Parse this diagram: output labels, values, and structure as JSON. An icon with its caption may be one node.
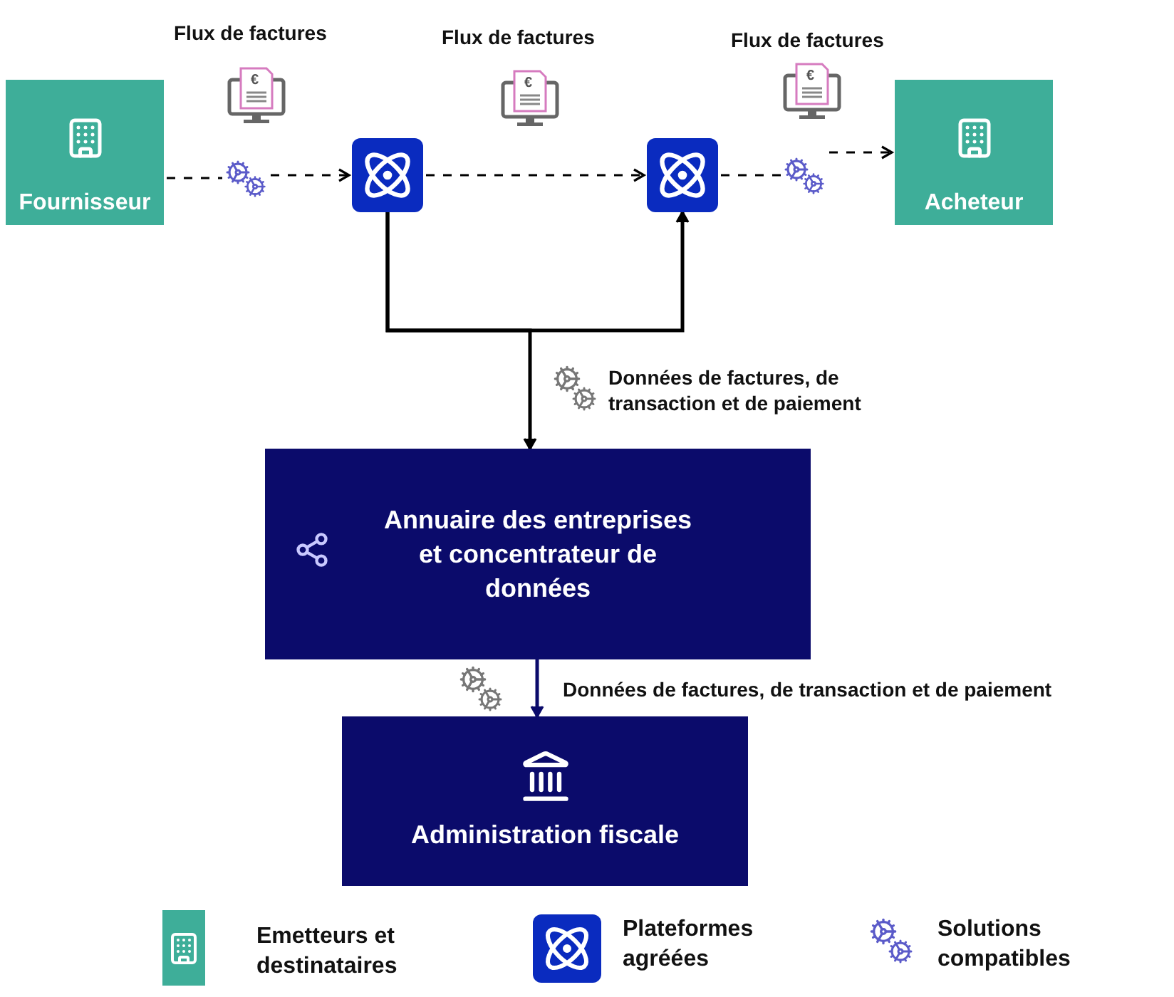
{
  "diagram": {
    "nodes": [
      {
        "text": [
          "Fournisseur"
        ]
      },
      {
        "text": [],
        "shape": "picture"
      },
      {
        "text": [],
        "shape": "picture"
      },
      {
        "text": [],
        "shape": "picture"
      },
      {
        "text": [],
        "shape": "picture"
      },
      {
        "text": [
          "Acheteur"
        ]
      },
      {
        "text": [
          "Annuaire des entreprises et concentrateur de données"
        ]
      },
      {
        "text": [
          "Administration fiscale"
        ]
      }
    ],
    "edges": [
      {
        "from": 0,
        "to": 1,
        "arrow": "none",
        "style": "dashed"
      },
      {
        "from": 1,
        "to": 2,
        "arrow": "to",
        "style": "dashed"
      },
      {
        "from": 2,
        "to": 3,
        "arrow": "to",
        "style": "dashed"
      },
      {
        "from": 3,
        "to": 4,
        "arrow": "none",
        "style": "dashed"
      },
      {
        "from": 4,
        "to": 5,
        "arrow": "to",
        "style": "dashed"
      },
      {
        "from": 2,
        "to": 6,
        "arrow": "to",
        "label": "Données de factures, de transaction et de paiement"
      },
      {
        "from": 2,
        "to": 3,
        "arrow": "to"
      },
      {
        "from": 6,
        "to": 7,
        "arrow": "to",
        "label": "Données de factures, de transaction et de paiement",
        "color": "#0b0b6b"
      }
    ],
    "labels": [
      "Flux de factures",
      "Flux de factures",
      "Flux de factures",
      "€",
      "€",
      "€"
    ],
    "legend": [
      {
        "text": "Emetteurs et destinataires"
      },
      {
        "text": "Plateformes agréées"
      },
      {
        "text": "Solutions compatibles"
      }
    ]
  }
}
